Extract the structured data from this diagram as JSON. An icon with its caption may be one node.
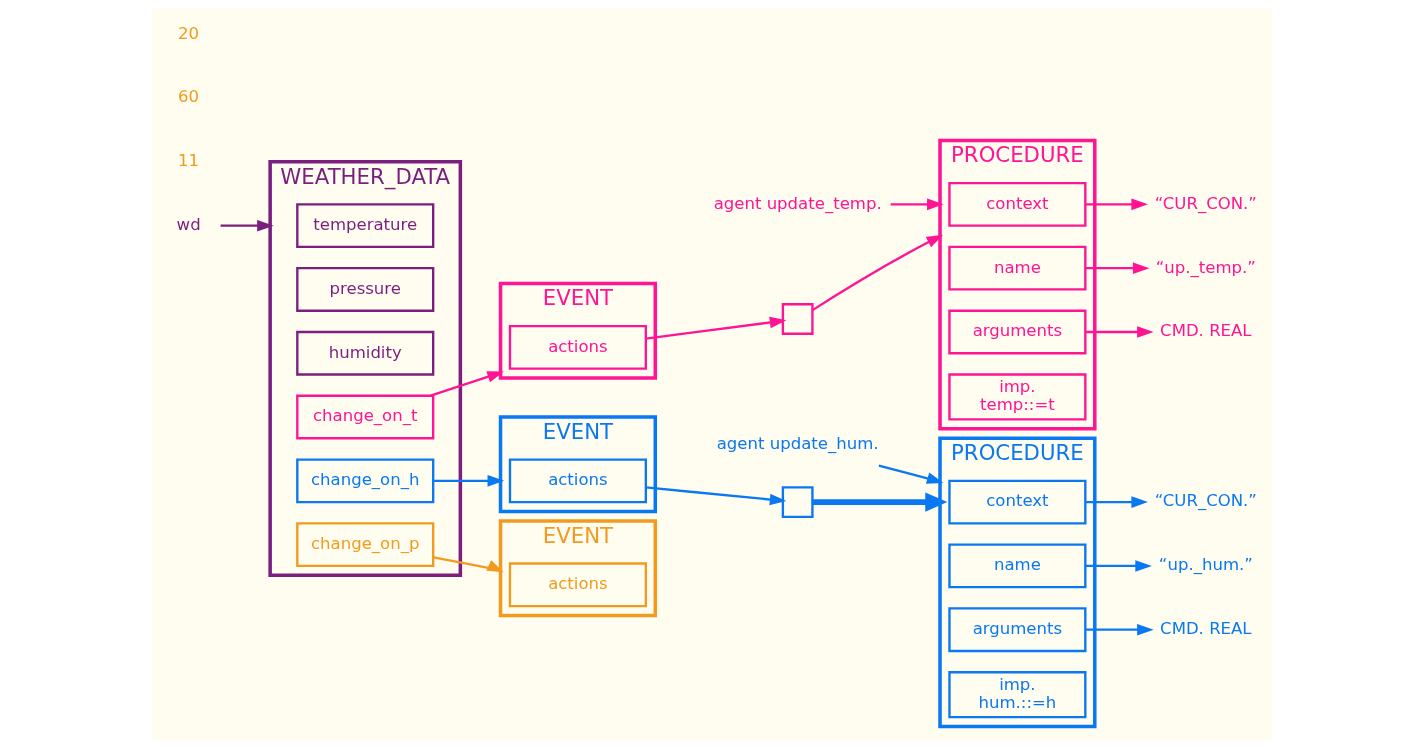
{
  "diagram": {
    "nodes": [
      {
        "text": [
          "WEATHER_DATA"
        ]
      },
      {
        "text": [
          "temperature"
        ],
        "in": 0
      },
      {
        "text": [
          "pressure"
        ],
        "in": 0
      },
      {
        "text": [
          "humidity"
        ],
        "in": 0
      },
      {
        "text": [
          "change_on_t"
        ],
        "in": 0
      },
      {
        "text": [
          "change_on_h"
        ],
        "in": 0
      },
      {
        "text": [
          "change_on_p"
        ],
        "in": 0
      },
      {
        "text": [
          "wd"
        ]
      },
      {
        "text": [
          "EVENT"
        ]
      },
      {
        "text": [
          "actions"
        ],
        "in": 8
      },
      {
        "text": [
          "EVENT"
        ]
      },
      {
        "text": [
          "actions"
        ],
        "in": 10
      },
      {
        "text": [
          "EVENT"
        ]
      },
      {
        "text": [
          "actions"
        ],
        "in": 12
      },
      {
        "text": [],
        "shape": "box"
      },
      {
        "text": [],
        "shape": "box"
      },
      {
        "text": [
          "agent update_temp."
        ]
      },
      {
        "text": [
          "PROCEDURE"
        ]
      },
      {
        "text": [
          "context"
        ],
        "in": 17
      },
      {
        "text": [
          "name"
        ],
        "in": 17
      },
      {
        "text": [
          "arguments"
        ],
        "in": 17
      },
      {
        "text": [
          "imp.",
          "temp::=t"
        ],
        "in": 17
      },
      {
        "text": [
          "“CUR_CON.”"
        ]
      },
      {
        "text": [
          "“up._temp.”"
        ]
      },
      {
        "text": [
          "CMD. REAL"
        ]
      },
      {
        "text": [
          "agent update_hum."
        ]
      },
      {
        "text": [
          "PROCEDURE"
        ]
      },
      {
        "text": [
          "context"
        ],
        "in": 26
      },
      {
        "text": [
          "name"
        ],
        "in": 26
      },
      {
        "text": [
          "arguments"
        ],
        "in": 26
      },
      {
        "text": [
          "imp.",
          "hum.::=h"
        ],
        "in": 26
      },
      {
        "text": [
          "“CUR_CON.”"
        ]
      },
      {
        "text": [
          "“up._hum.”"
        ]
      },
      {
        "text": [
          "CMD. REAL"
        ]
      }
    ],
    "edges": [
      {
        "from": 7,
        "to": 0,
        "arrow": "to",
        "color": "#7b1f7f"
      },
      {
        "from": 4,
        "to": 8,
        "arrow": "to",
        "color": "#ff1493"
      },
      {
        "from": 5,
        "to": 10,
        "arrow": "to",
        "color": "#0a78f0"
      },
      {
        "from": 6,
        "to": 12,
        "arrow": "to",
        "color": "#f29a1f"
      },
      {
        "from": 9,
        "to": 14,
        "arrow": "to",
        "color": "#ff1493"
      },
      {
        "from": 11,
        "to": 15,
        "arrow": "to",
        "color": "#0a78f0"
      },
      {
        "from": 16,
        "to": 17,
        "arrow": "to",
        "color": "#ff1493"
      },
      {
        "from": 14,
        "to": 17,
        "arrow": "to",
        "color": "#ff1493"
      },
      {
        "from": 18,
        "to": 22,
        "arrow": "to",
        "color": "#ff1493"
      },
      {
        "from": 19,
        "to": 23,
        "arrow": "to",
        "color": "#ff1493"
      },
      {
        "from": 20,
        "to": 24,
        "arrow": "to",
        "color": "#ff1493"
      },
      {
        "from": 25,
        "to": 26,
        "arrow": "to",
        "color": "#0a78f0"
      },
      {
        "from": 15,
        "to": 26,
        "arrow": "to",
        "color": "#0a78f0",
        "style": "thick"
      },
      {
        "from": 27,
        "to": 31,
        "arrow": "to",
        "color": "#0a78f0"
      },
      {
        "from": 28,
        "to": 32,
        "arrow": "to",
        "color": "#0a78f0"
      },
      {
        "from": 29,
        "to": 33,
        "arrow": "to",
        "color": "#0a78f0"
      }
    ],
    "labels": [
      "11",
      "60",
      "20"
    ]
  }
}
